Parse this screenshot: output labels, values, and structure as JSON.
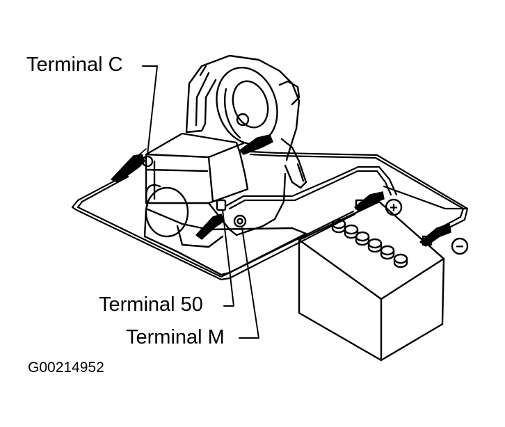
{
  "labels": {
    "terminal_c": "Terminal C",
    "terminal_50": "Terminal 50",
    "terminal_m": "Terminal M",
    "figure_id": "G00214952"
  },
  "symbols": {
    "positive": "+",
    "negative": "−"
  },
  "colors": {
    "line": "#000000",
    "background": "#ffffff"
  }
}
